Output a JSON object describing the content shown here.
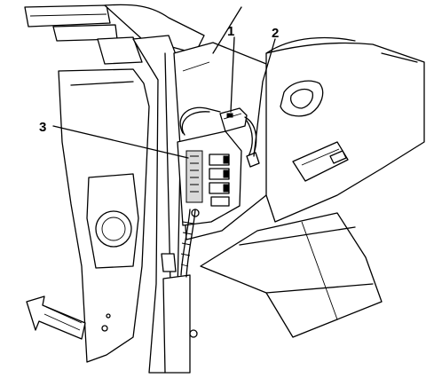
{
  "callouts": [
    {
      "id": "1",
      "label": "1"
    },
    {
      "id": "2",
      "label": "2"
    },
    {
      "id": "3",
      "label": "3"
    }
  ],
  "icons": {
    "direction_arrow": "arrow-forward-icon"
  },
  "colors": {
    "line": "#000000",
    "background": "#ffffff",
    "shade": "#d9d9d9"
  }
}
